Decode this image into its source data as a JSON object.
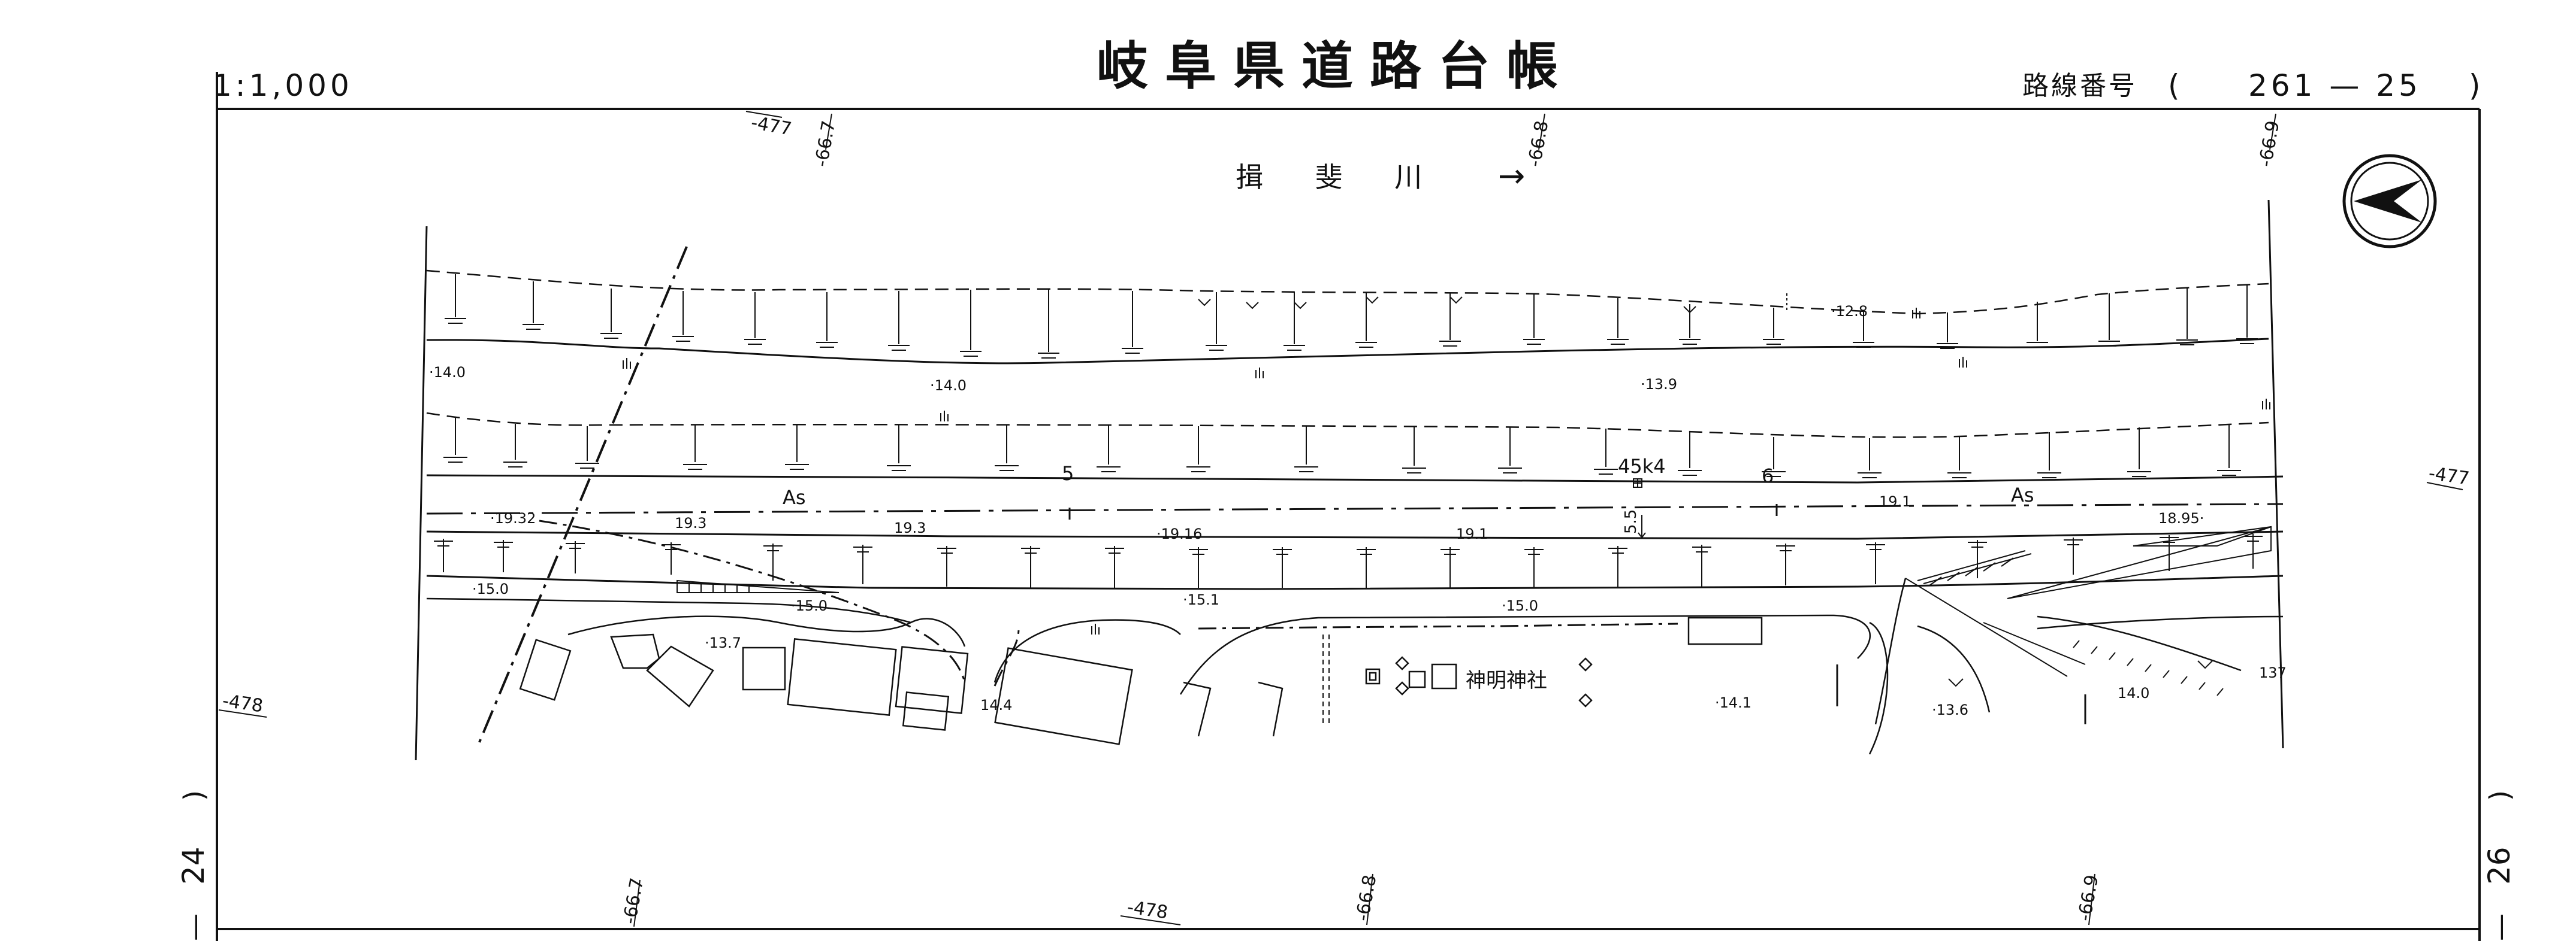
{
  "header": {
    "scale": "1:1,000",
    "title": "岐阜県道路台帳",
    "route_label": "路線番号",
    "route_open": "(",
    "route_number": "261 — 25",
    "route_close": ")"
  },
  "side_sheets": {
    "left_number": "24",
    "left_paren": ")",
    "left_dash": "—",
    "right_number": "26",
    "right_paren": ")",
    "right_dash": "—"
  },
  "river": {
    "name": "揖 斐 川",
    "flow_arrow": "→"
  },
  "grid_labels": {
    "top_477": "-477",
    "top_667": "-66.7",
    "top_668": "-66.8",
    "top_669": "-66.9",
    "right_477": "-477",
    "left_478": "-478",
    "bottom_667": "-66.7",
    "bottom_478": "-478",
    "bottom_668": "-66.8",
    "bottom_669": "-66.9"
  },
  "road": {
    "surface": "As",
    "surface_right": "As",
    "km_post": "45k4",
    "post_5": "5",
    "post_6": "6",
    "width": "5.5"
  },
  "elevations": [
    {
      "value": "·12.8"
    },
    {
      "value": "·14.0"
    },
    {
      "value": "·14.0"
    },
    {
      "value": "·13.9"
    },
    {
      "value": "·19.32"
    },
    {
      "value": "19.3"
    },
    {
      "value": "19.3"
    },
    {
      "value": "·19.16"
    },
    {
      "value": "19.1"
    },
    {
      "value": "19.1"
    },
    {
      "value": "18.95·"
    },
    {
      "value": "·15.0"
    },
    {
      "value": "·15.0"
    },
    {
      "value": "·15.1"
    },
    {
      "value": "·15.0"
    },
    {
      "value": "·13.7"
    },
    {
      "value": "14.4"
    },
    {
      "value": "·14.1"
    },
    {
      "value": "·13.6"
    },
    {
      "value": "14.0"
    },
    {
      "value": "137"
    }
  ],
  "shrine": {
    "name": "神明神社"
  },
  "north_symbol": "north-arrow"
}
